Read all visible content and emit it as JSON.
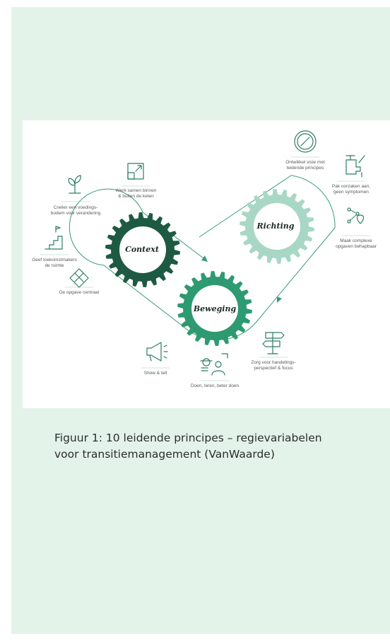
{
  "diagram": {
    "gears": {
      "context": "Context",
      "richting": "Richting",
      "beweging": "Beweging"
    },
    "principles": [
      {
        "id": "creeer",
        "label": "Creëer een voedings-\nbodem voor verandering",
        "icon": "sprout-icon"
      },
      {
        "id": "werk",
        "label": "Werk samen binnen\n& buiten de keten",
        "icon": "expand-arrow-icon"
      },
      {
        "id": "geef",
        "label": "Geef toekomstmakers\nde ruimte",
        "icon": "growth-stairs-icon"
      },
      {
        "id": "opgave",
        "label": "De opgave centraal",
        "icon": "puzzle-diamond-icon"
      },
      {
        "id": "ontwikkel",
        "label": "Ontwikkel visie met\nleidende principes",
        "icon": "compass-icon"
      },
      {
        "id": "pak",
        "label": "Pak oorzaken aan,\ngeen symptomen",
        "icon": "tap-icon"
      },
      {
        "id": "maak",
        "label": "Maak complexe\nopgaven behapbaar",
        "icon": "route-pin-icon"
      },
      {
        "id": "show",
        "label": "Show & tell",
        "icon": "megaphone-icon"
      },
      {
        "id": "doen",
        "label": "Doen, leren, beter doen",
        "icon": "learning-person-icon"
      },
      {
        "id": "zorg",
        "label": "Zorg voor handelings-\nperspectief & focus",
        "icon": "signpost-icon"
      }
    ],
    "colors": {
      "context_gear": "#1e5a43",
      "beweging_gear": "#2e9a72",
      "richting_gear": "#a9d7c6",
      "icon": "#2e7d60",
      "panel": "#e3f3ea"
    }
  },
  "caption": "Figuur 1: 10 leidende principes – regievariabelen\nvoor transitiemanagement (VanWaarde)"
}
